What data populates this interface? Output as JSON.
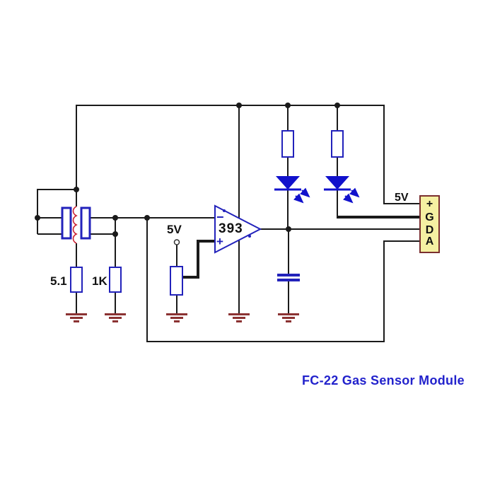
{
  "title": "FC-22 Gas Sensor Module",
  "schematic": {
    "heater_resistor_value": "5.1",
    "load_resistor_value": "1K",
    "vref_supply_label": "5V",
    "comparator_part": "393",
    "inverting_label": "−",
    "noninverting_label": "+",
    "connector_supply_label": "5V"
  },
  "connector": {
    "pins": [
      "+",
      "G",
      "D",
      "A"
    ]
  },
  "colors": {
    "wire": "#1a1a1a",
    "component_blue": "#2222bb",
    "led_blue": "#1111cc",
    "heater_red": "#cc2233",
    "ground_red": "#8b3232",
    "connector_fill": "#f5f0a2",
    "connector_border": "#7a2f2f",
    "title_blue": "#2222cc",
    "text_color": "#111111"
  }
}
